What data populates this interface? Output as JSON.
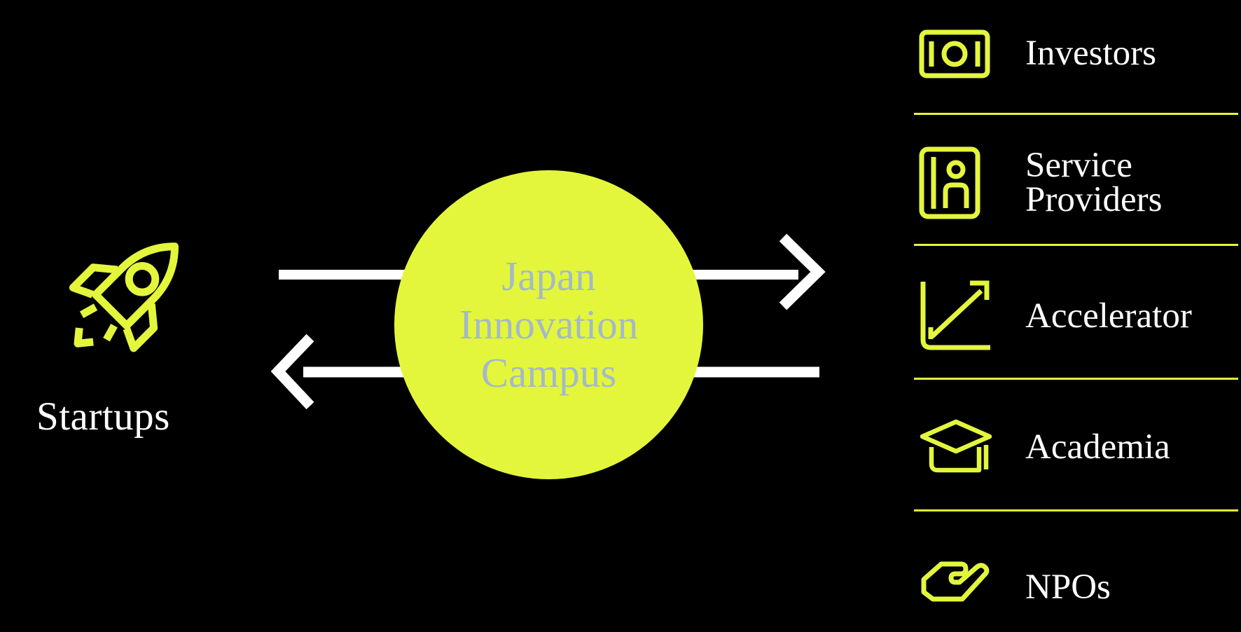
{
  "palette": {
    "background": "#000000",
    "accent_yellow": "#E3F63C",
    "hub_fill": "#E3F63C",
    "hub_text": "#A4B9CA",
    "arrow_white": "#FFFFFF"
  },
  "left_node": {
    "icon": "rocket-icon",
    "label": "Startups"
  },
  "hub": {
    "title_lines": [
      "Japan",
      "Innovation",
      "Campus"
    ]
  },
  "flows": {
    "to_panel_icon": "arrow-right-icon",
    "to_startups_icon": "arrow-left-icon"
  },
  "right_panel": {
    "items": [
      {
        "icon": "banknote-icon",
        "label": "Investors"
      },
      {
        "icon": "id-badge-icon",
        "label": "Service Providers"
      },
      {
        "icon": "growth-arrow-icon",
        "label": "Accelerator"
      },
      {
        "icon": "graduation-cap-icon",
        "label": "Academia"
      },
      {
        "icon": "giving-hand-icon",
        "label": "NPOs"
      }
    ]
  }
}
